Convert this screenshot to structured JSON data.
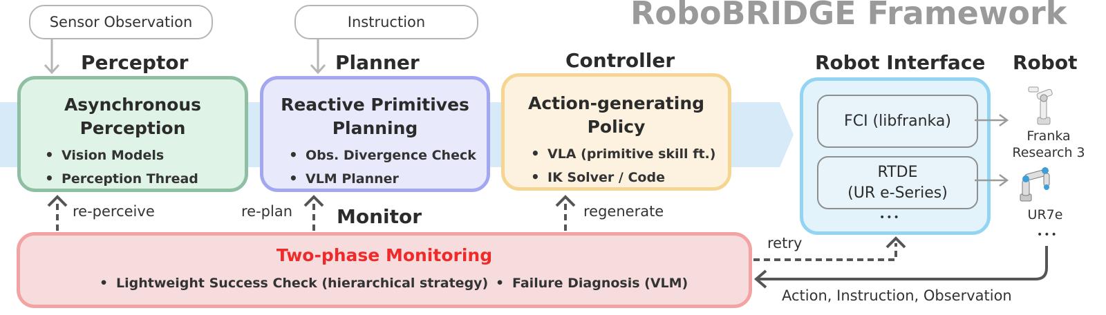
{
  "title": "RoboBRIDGE Framework",
  "inputs": {
    "sensor": "Sensor Observation",
    "instruction": "Instruction"
  },
  "perceptor": {
    "label": "Perceptor",
    "title_line1": "Asynchronous",
    "title_line2": "Perception",
    "bullets": [
      "Vision Models",
      "Perception Thread"
    ],
    "color": "#7fb89a"
  },
  "planner": {
    "label": "Planner",
    "title_line1": "Reactive Primitives",
    "title_line2": "Planning",
    "bullets": [
      "Obs. Divergence Check",
      "VLM Planner"
    ],
    "color": "#9fa3f2"
  },
  "controller": {
    "label": "Controller",
    "title_line1": "Action-generating",
    "title_line2": "Policy",
    "bullets": [
      "VLA (primitive skill ft.)",
      "IK Solver / Code"
    ],
    "color": "#f5d18e"
  },
  "robot_interface": {
    "label": "Robot Interface",
    "items": [
      {
        "line1": "FCI (libfranka)",
        "line2": ""
      },
      {
        "line1": "RTDE",
        "line2": "(UR e-Series)"
      }
    ],
    "more": "•••",
    "color": "#8fd3f4"
  },
  "robot": {
    "label": "Robot",
    "robots": [
      {
        "name_line1": "Franka",
        "name_line2": "Research 3"
      },
      {
        "name_line1": "UR7e",
        "name_line2": ""
      }
    ],
    "more": "•••"
  },
  "monitor": {
    "label": "Monitor",
    "title": "Two-phase Monitoring",
    "bullets": [
      "Lightweight Success Check (hierarchical strategy)",
      "Failure Diagnosis (VLM)"
    ],
    "color": "#f3a3a3"
  },
  "edges": {
    "re_perceive": "re-perceive",
    "re_plan": "re-plan",
    "regenerate": "regenerate",
    "retry": "retry",
    "feedback": "Action, Instruction, Observation"
  }
}
